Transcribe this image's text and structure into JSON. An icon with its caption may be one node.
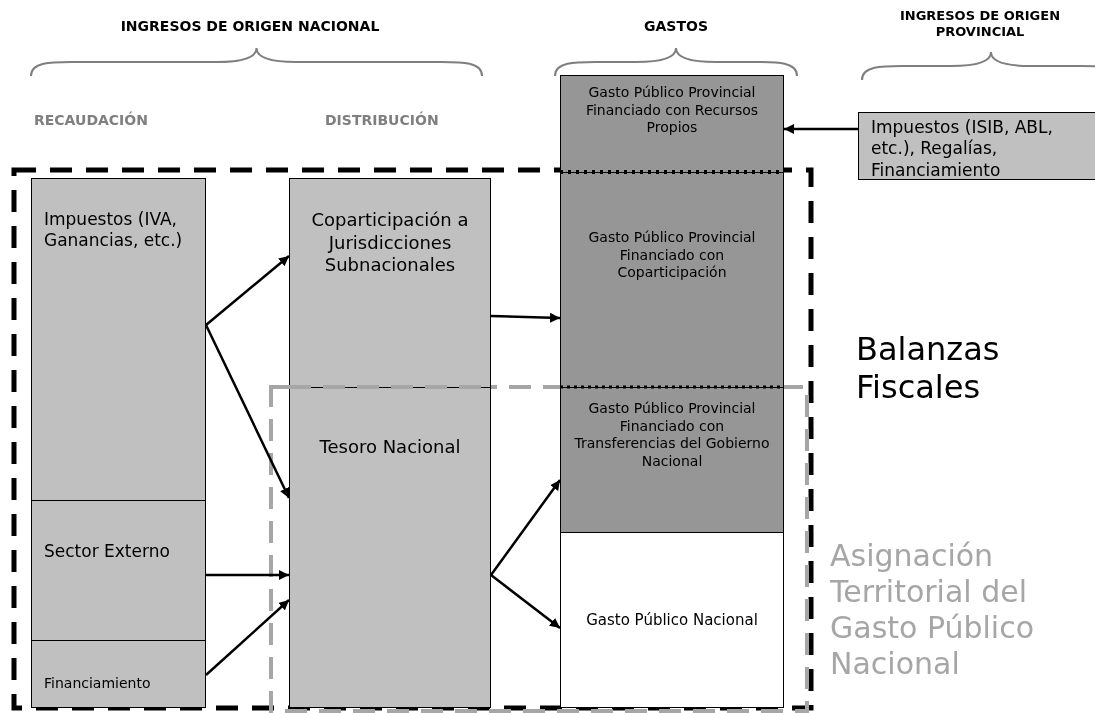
{
  "diagram": {
    "nodes": [
      {
        "text": [
          "Impuestos (IVA, Ganancias, etc.)"
        ]
      },
      {
        "text": [
          "Sector Externo"
        ]
      },
      {
        "text": [
          "Financiamiento"
        ]
      },
      {
        "text": [
          "Coparticipación a Jurisdicciones Subnacionales"
        ]
      },
      {
        "text": [
          "Tesoro Nacional"
        ]
      },
      {
        "text": [
          "Gasto Público Provincial Financiado con Recursos Propios"
        ]
      },
      {
        "text": [
          "Gasto Público Provincial Financiado con Coparticipación"
        ]
      },
      {
        "text": [
          "Gasto Público Provincial Financiado con Transferencias del Gobierno Nacional"
        ]
      },
      {
        "text": [
          "Gasto Público Nacional"
        ]
      },
      {
        "text": [
          "Impuestos (ISIB, ABL, etc.), Regalías, Financiamiento"
        ]
      }
    ],
    "edges": [
      {
        "from": 0,
        "to": 3,
        "arrow": "to"
      },
      {
        "from": 0,
        "to": 4,
        "arrow": "to"
      },
      {
        "from": 1,
        "to": 4,
        "arrow": "to"
      },
      {
        "from": 2,
        "to": 4,
        "arrow": "to"
      },
      {
        "from": 3,
        "to": 6,
        "arrow": "to"
      },
      {
        "from": 4,
        "to": 7,
        "arrow": "to"
      },
      {
        "from": 4,
        "to": 8,
        "arrow": "to"
      },
      {
        "from": 9,
        "to": 5,
        "arrow": "to"
      }
    ],
    "labels": [
      "INGRESOS DE ORIGEN NACIONAL",
      "GASTOS",
      "INGRESOS DE ORIGEN PROVINCIAL",
      "RECAUDACIÓN",
      "DISTRIBUCIÓN",
      "Balanzas Fiscales",
      "Asignación Territorial del Gasto Público Nacional"
    ]
  }
}
